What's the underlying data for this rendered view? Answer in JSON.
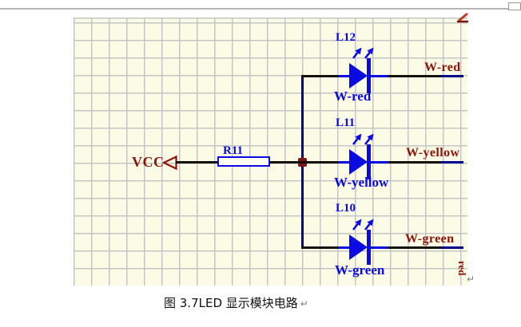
{
  "colors": {
    "canvas": "#fcfbe6",
    "grid": "#c5c5c6",
    "wire": "#131309",
    "navy": "#00008c",
    "blue": "#0a0ae2",
    "maroon": "#8e1408",
    "junction": "#7e1512"
  },
  "document": {
    "caption": "图 3.7LED 显示模块电路",
    "paragraph_mark": "↵"
  },
  "schematic": {
    "power_port_label": "VCC",
    "resistor_designator": "R11",
    "branches": [
      {
        "designator": "L12",
        "comment": "W-red",
        "net_label": "W-red"
      },
      {
        "designator": "L11",
        "comment": "W-yellow",
        "net_label": "W-yellow"
      },
      {
        "designator": "L10",
        "comment": "W-green",
        "net_label": "W-green"
      }
    ],
    "edge_vertical_text": "red"
  }
}
